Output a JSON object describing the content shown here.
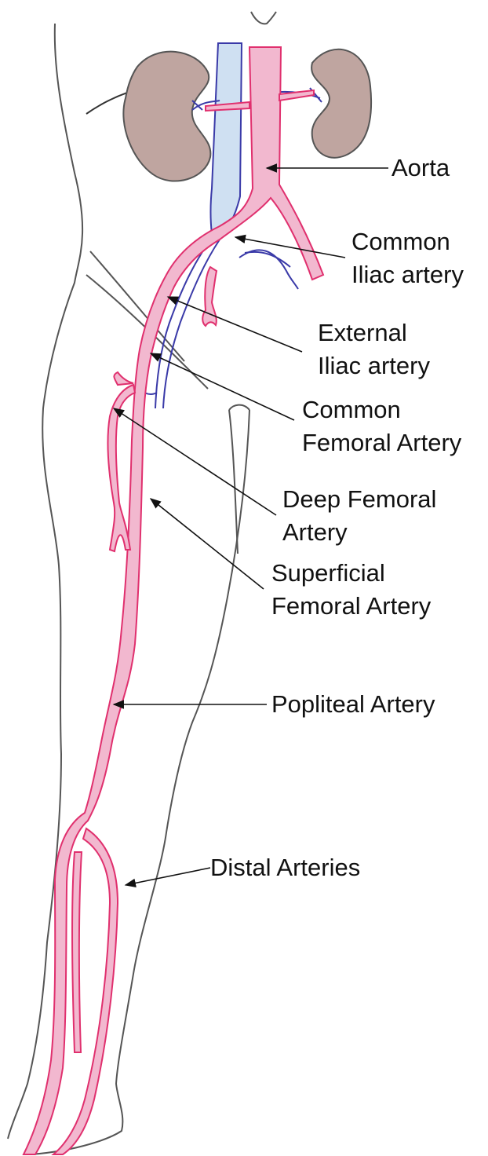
{
  "labels": {
    "aorta": "Aorta",
    "common_iliac_1": "Common",
    "common_iliac_2": "Iliac artery",
    "external_iliac_1": "External",
    "external_iliac_2": "Iliac artery",
    "common_femoral_1": "Common",
    "common_femoral_2": "Femoral Artery",
    "deep_femoral_1": "Deep Femoral",
    "deep_femoral_2": "Artery",
    "superficial_femoral_1": "Superficial",
    "superficial_femoral_2": "Femoral Artery",
    "popliteal": "Popliteal Artery",
    "distal": "Distal Arteries"
  },
  "colors": {
    "artery_fill": "#f2b8cf",
    "artery_stroke": "#e0306e",
    "vein": "#3a3aa8",
    "vein_fill": "#cfe0f2",
    "kidney_fill": "#bfa5a0",
    "kidney_stroke": "#555555",
    "outline": "#555555",
    "pointer": "#111111"
  }
}
